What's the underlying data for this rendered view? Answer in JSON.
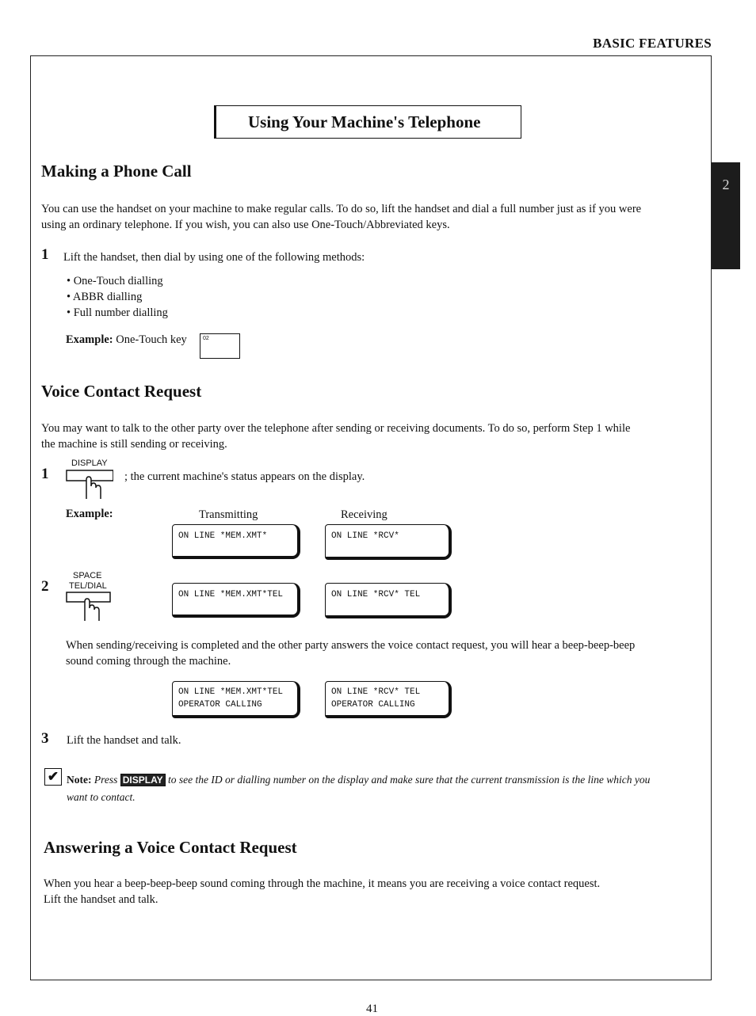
{
  "header": {
    "label": "BASIC FEATURES"
  },
  "chapter_tab": {
    "number": "2"
  },
  "title": "Using Your Machine's Telephone",
  "making_call": {
    "heading": "Making a Phone Call",
    "intro_line1": "You can use the handset on your machine to make regular calls.  To do so, lift the handset and dial a full number just as if you were",
    "intro_line2": "using an ordinary telephone.  If you wish, you can also use One-Touch/Abbreviated keys.",
    "step1_num": "1",
    "step1_text": "Lift the handset,  then dial by using one of the following methods:",
    "methods": [
      "One-Touch dialling",
      "ABBR dialling",
      "Full number dialling"
    ],
    "example_label": "Example:",
    "example_text": "One-Touch key",
    "key_number": "02"
  },
  "voice_contact": {
    "heading": "Voice Contact Request",
    "intro_line1": "You may want to talk to the other party over the telephone after sending or receiving documents.  To do so, perform Step 1 while",
    "intro_line2": "the machine is still sending or receiving.",
    "step1_num": "1",
    "step1_key": "DISPLAY",
    "step1_text": "; the current machine's status appears on the display.",
    "example_label": "Example:",
    "col_transmitting": "Transmitting",
    "col_receiving": "Receiving",
    "lcd_tx1": "ON LINE *MEM.XMT*",
    "lcd_rx1": "ON LINE *RCV*",
    "step2_num": "2",
    "step2_key_line1": "SPACE",
    "step2_key_line2": "TEL/DIAL",
    "lcd_tx2": "ON LINE *MEM.XMT*TEL",
    "lcd_rx2": "ON LINE *RCV* TEL",
    "after_line1": "When sending/receiving is completed and the other party answers the voice contact request, you will hear a beep-beep-beep",
    "after_line2": "sound coming through the machine.",
    "lcd_tx3_line1": "ON LINE *MEM.XMT*TEL",
    "lcd_tx3_line2": "OPERATOR CALLING",
    "lcd_rx3_line1": "ON LINE *RCV* TEL",
    "lcd_rx3_line2": "OPERATOR CALLING",
    "step3_num": "3",
    "step3_text": "Lift the handset and talk."
  },
  "note": {
    "label": "Note:",
    "press": "Press",
    "key": "DISPLAY",
    "text_line1": "to see the ID or dialling number on the display and make sure that the current transmission is the line which you",
    "text_line2": "want to contact."
  },
  "answering": {
    "heading": "Answering a Voice Contact Request",
    "line1": "When you hear a beep-beep-beep sound coming through the machine, it means you are receiving a voice contact request.",
    "line2": "Lift the handset and talk."
  },
  "page_number": "41"
}
